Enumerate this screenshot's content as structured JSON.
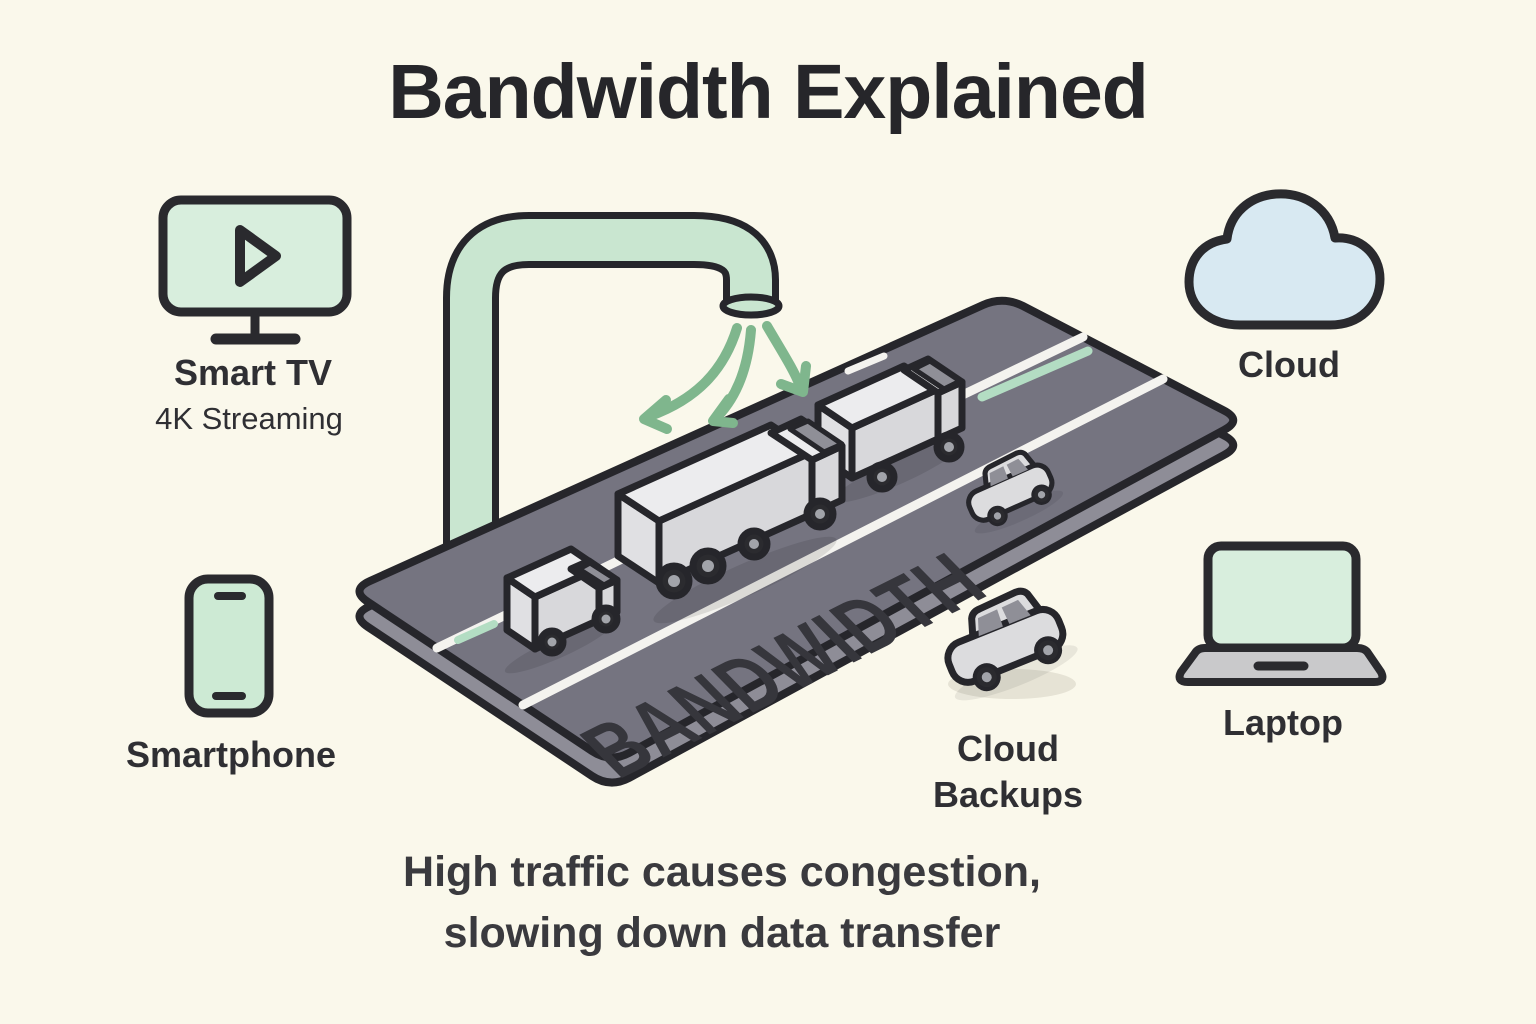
{
  "title": "Bandwidth Explained",
  "road": {
    "surface_label": "BANDWIDTH"
  },
  "caption": {
    "line1": "High traffic causes congestion,",
    "line2": "slowing down data transfer"
  },
  "devices": {
    "smart_tv": {
      "label": "Smart TV",
      "sublabel": "4K Streaming",
      "icon": "tv-play-icon"
    },
    "cloud": {
      "label": "Cloud",
      "icon": "cloud-icon"
    },
    "smartphone": {
      "label": "Smartphone",
      "icon": "smartphone-icon"
    },
    "laptop": {
      "label": "Laptop",
      "icon": "laptop-icon"
    },
    "cloud_backups": {
      "line1": "Cloud",
      "line2": "Backups",
      "icon": "car-icon"
    }
  },
  "colors": {
    "background": "#faf8eb",
    "ink": "#26262b",
    "road_top": "#757480",
    "road_side": "#8e8d97",
    "lane_line": "#f4f3ef",
    "mint": "#d2ecda",
    "pipe_green": "#c9e6d0",
    "arrow_green": "#7fb68d",
    "road_dash_green": "#b3ddc3",
    "cloud_blue": "#d8e9f2",
    "vehicle_gray": "#d8d8db",
    "window_gray": "#8f8f97",
    "road_label_text": "#36363c"
  }
}
